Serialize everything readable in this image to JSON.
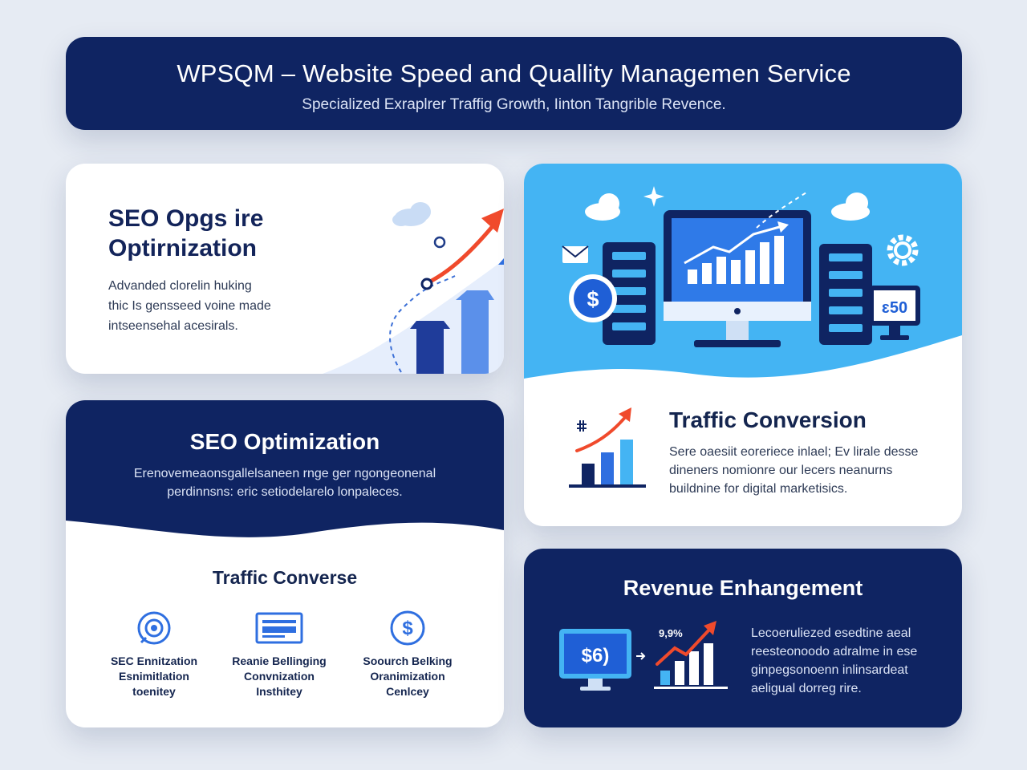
{
  "header": {
    "title": "WPSQM – Website Speed and Quallity Managemen Service",
    "subtitle": "Specialized Exraplrer Traffig Growth, Iinton Tangrible Revence."
  },
  "seo_top": {
    "heading_line1": "SEO Opgs ire",
    "heading_line2": "Optirnization",
    "body_line1": "Advanded clorelin huking",
    "body_line2": "thic Is gensseed voine made",
    "body_line3": "intseensehal acesirals."
  },
  "traffic_conversion": {
    "heading": "Traffic Conversion",
    "body_line1": "Sere oaesiit eoreriece inlael; Ev lirale desse",
    "body_line2": "dineners nomionre our lecers neanurns",
    "body_line3": "buildnine for digital marketisics.",
    "money_symbol": "$",
    "display_value": "ɛ50"
  },
  "seo_optimization": {
    "heading": "SEO Optimization",
    "body_line1": "Erenovemeaonsgallelsaneen rnge ger ngongeonenal",
    "body_line2": "perdinnsns: eric setiodelarelo lonpaleces.",
    "subheading": "Traffic Converse",
    "features": [
      {
        "line1": "SEC Ennitzation",
        "line2": "Esnimitlation",
        "line3": "toenitey",
        "icon": "target-icon"
      },
      {
        "line1": "Reanie Bellinging",
        "line2": "Convnization",
        "line3": "Insthitey",
        "icon": "dashboard-icon"
      },
      {
        "line1": "Soourch Belking",
        "line2": "Oranimization",
        "line3": "Cenlcey",
        "icon": "dollar-icon"
      }
    ]
  },
  "revenue": {
    "heading": "Revenue Enhangement",
    "monitor_text": "$6)",
    "percent_label": "9,9%",
    "body_line1": "Lecoeruliezed esedtine aeal",
    "body_line2": "reesteonoodo adralme in ese",
    "body_line3": "ginpegsonoenn inlinsardeat",
    "body_line4": "aeligual dorreg rire."
  },
  "colors": {
    "navy": "#0f2462",
    "sky": "#44b4f3",
    "blue": "#2f6fe0",
    "orange_red": "#f04a2c",
    "background": "#e6ebf3"
  }
}
